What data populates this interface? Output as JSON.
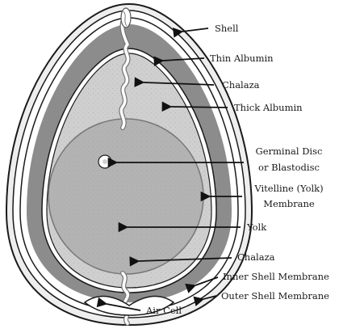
{
  "labels": {
    "shell": "Shell",
    "thin_albumin": "Thin Albumin",
    "chalaza_top": "Chalaza",
    "thick_albumin": "Thick Albumin",
    "germinal_disc_line1": "Germinal Disc",
    "germinal_disc_line2": "or Blastodisc",
    "vitelline_line1": "Vitelline (Yolk)",
    "vitelline_line2": "Membrane",
    "yolk": "Yolk",
    "chalaza_bottom": "Chalaza",
    "inner_shell_membrane": "Inner Shell Membrane",
    "outer_shell_membrane": "Outer Shell Membrane",
    "air_cell": "Air Cell"
  },
  "colors": {
    "shell_fill": "#eeeeee",
    "thin_albumin_fill": "#8c8c8c",
    "thick_albumin_fill": "#cfcfcf",
    "yolk_fill": "#b3b3b3",
    "outline": "#1a1a1a"
  }
}
